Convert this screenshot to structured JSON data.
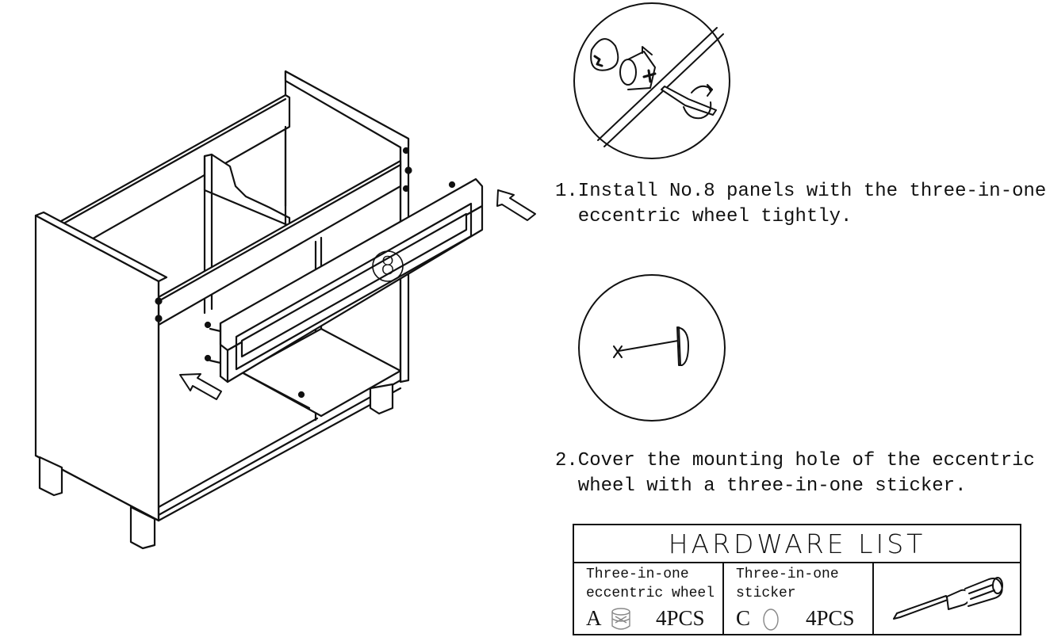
{
  "panel_number": "8",
  "steps": [
    {
      "line1": "1.Install No.8 panels with the three-in-one",
      "line2": "  eccentric wheel tightly."
    },
    {
      "line1": "2.Cover the mounting hole of the eccentric",
      "line2": "  wheel with a three-in-one sticker."
    }
  ],
  "hardware": {
    "title": "HARDWARE LIST",
    "items": [
      {
        "name": "Three-in-one\neccentric wheel",
        "code": "A",
        "qty": "4PCS",
        "icon": "eccentric-wheel-icon"
      },
      {
        "name": "Three-in-one\nsticker",
        "code": "C",
        "qty": "4PCS",
        "icon": "sticker-icon"
      }
    ],
    "tool_icon": "screwdriver-icon"
  }
}
